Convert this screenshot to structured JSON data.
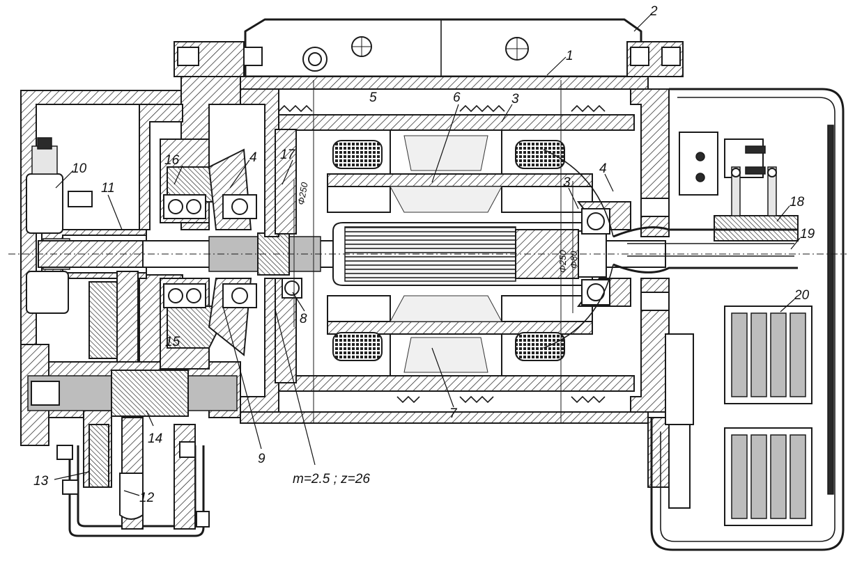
{
  "callouts": {
    "c1": "1",
    "c2": "2",
    "c3a": "3",
    "c3b": "3",
    "c4a": "4",
    "c4b": "4",
    "c5": "5",
    "c6": "6",
    "c7": "7",
    "c8": "8",
    "c9": "9",
    "c10": "10",
    "c11": "11",
    "c12": "12",
    "c13": "13",
    "c14": "14",
    "c15": "15",
    "c16": "16",
    "c17": "17",
    "c18": "18",
    "c19": "19",
    "c20": "20"
  },
  "dimensions": {
    "d_phi250_left": "Φ250",
    "d_phi250_right": "Φ250",
    "d_phi80": "Φ80"
  },
  "gear_note": "m=2.5 ; z=26"
}
